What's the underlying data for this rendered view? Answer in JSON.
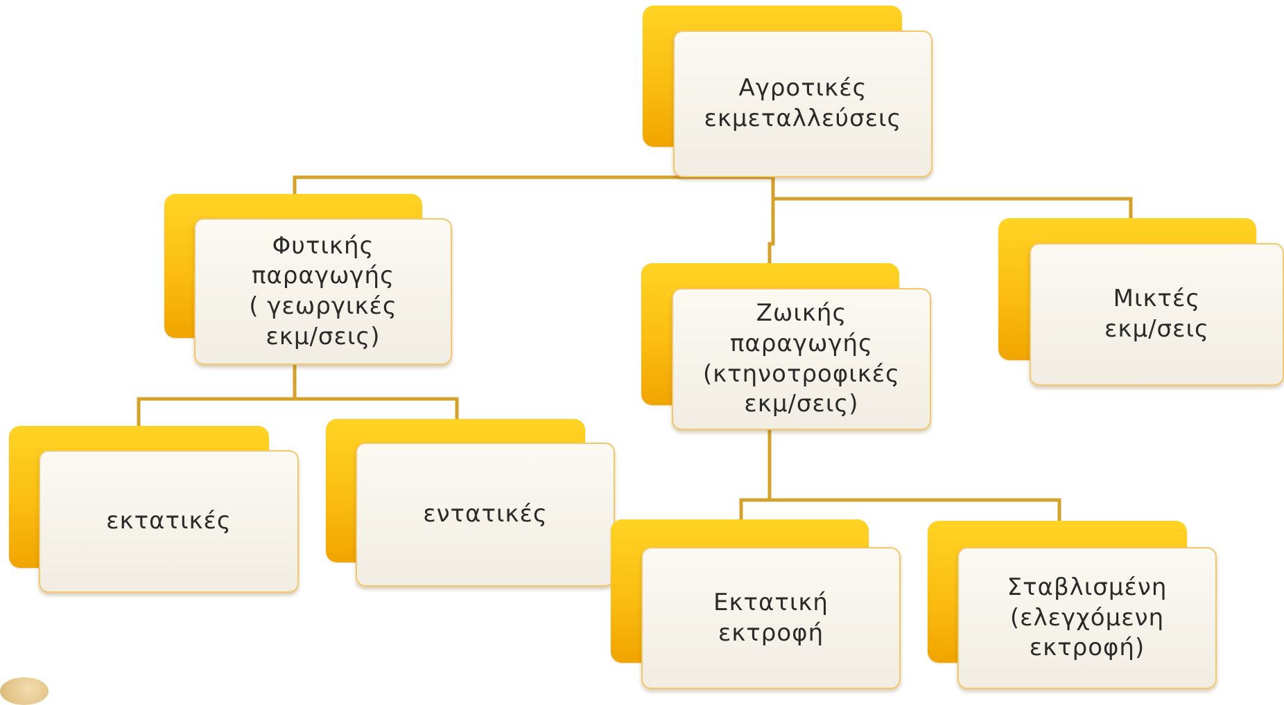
{
  "diagram": {
    "root": {
      "label": "Αγροτικές\nεκμεταλλεύσεις"
    },
    "level1": [
      {
        "id": "plant",
        "label": "Φυτικής\nπαραγωγής\n( γεωργικές\nεκμ/σεις)"
      },
      {
        "id": "animal",
        "label": "Ζωικής\nπαραγωγής\n(κτηνοτροφικές\nεκμ/σεις)"
      },
      {
        "id": "mixed",
        "label": "Μικτές\nεκμ/σεις"
      }
    ],
    "plant_children": [
      {
        "id": "extensive",
        "label": "εκτατικές"
      },
      {
        "id": "intensive",
        "label": "εντατικές"
      }
    ],
    "animal_children": [
      {
        "id": "extensive-farming",
        "label": "Εκτατική\nεκτροφή"
      },
      {
        "id": "stabled",
        "label": "Σταβλισμένη\n(ελεγχόμενη\nεκτροφή)"
      }
    ]
  },
  "colors": {
    "connector": "#d4a12a",
    "box_back": "#fbbd12",
    "box_front": "#f4f1ea",
    "box_border": "#f3c76a",
    "text": "#2a2a2a"
  }
}
